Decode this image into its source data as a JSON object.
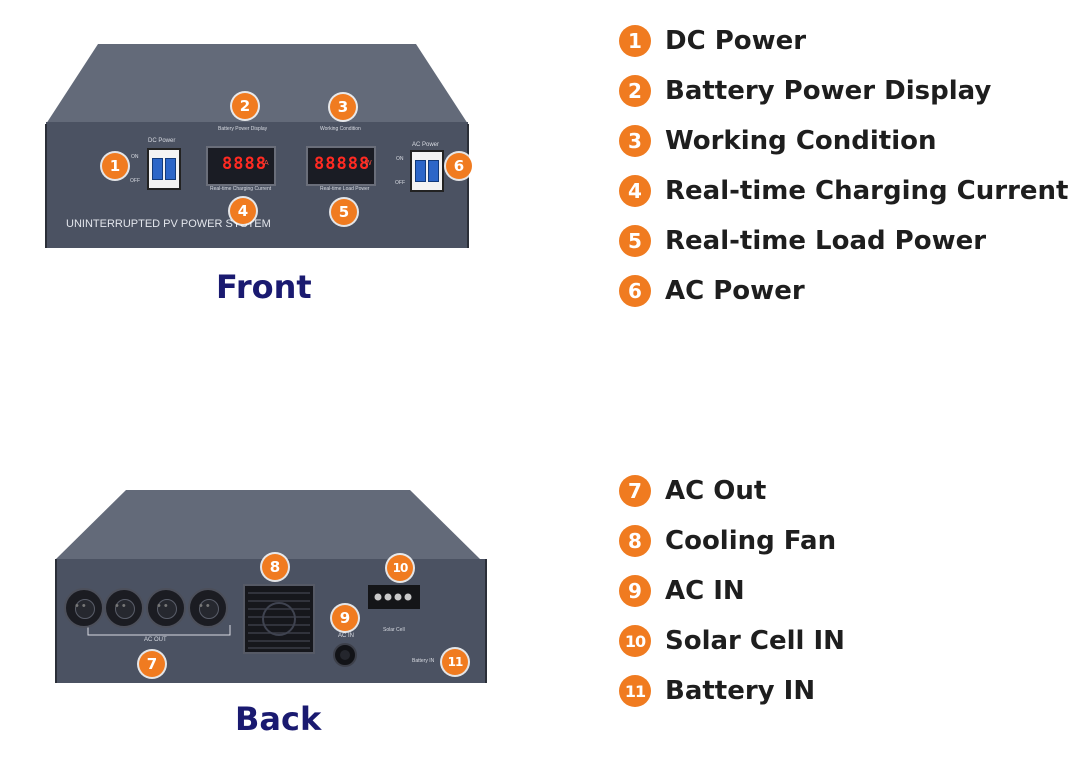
{
  "legend_front": [
    {
      "num": "1",
      "label": "DC Power"
    },
    {
      "num": "2",
      "label": "Battery Power Display"
    },
    {
      "num": "3",
      "label": "Working Condition"
    },
    {
      "num": "4",
      "label": "Real-time Charging Current"
    },
    {
      "num": "5",
      "label": "Real-time Load Power"
    },
    {
      "num": "6",
      "label": "AC Power"
    }
  ],
  "legend_back": [
    {
      "num": "7",
      "label": "AC Out"
    },
    {
      "num": "8",
      "label": "Cooling Fan"
    },
    {
      "num": "9",
      "label": "AC IN"
    },
    {
      "num": "10",
      "label": "Solar Cell IN"
    },
    {
      "num": "11",
      "label": "Battery IN"
    }
  ],
  "captions": {
    "front": "Front",
    "back": "Back"
  },
  "front_panel": {
    "dc_power": "DC Power",
    "ac_power": "AC Power",
    "on": "ON",
    "off": "OFF",
    "battery_power_display": "Battery Power Display",
    "working_condition": "Working Condition",
    "meter_left_digits": "8888",
    "meter_left_unit": "A",
    "meter_right_digits": "88888",
    "meter_right_unit": "W",
    "charging_current": "Real-time Charging Current",
    "load_power": "Real-time Load Power",
    "system_name": "UNINTERRUPTED PV POWER SYSTEM"
  },
  "back_panel": {
    "ac_out": "AC OUT",
    "ac_in": "AC IN",
    "solar_cell": "Solar Cell",
    "battery_in": "Battery IN"
  },
  "colors": {
    "accent": "#f07b20",
    "caption": "#1a1a70",
    "panel": "#4b5262",
    "text": "#1e1e1e"
  }
}
